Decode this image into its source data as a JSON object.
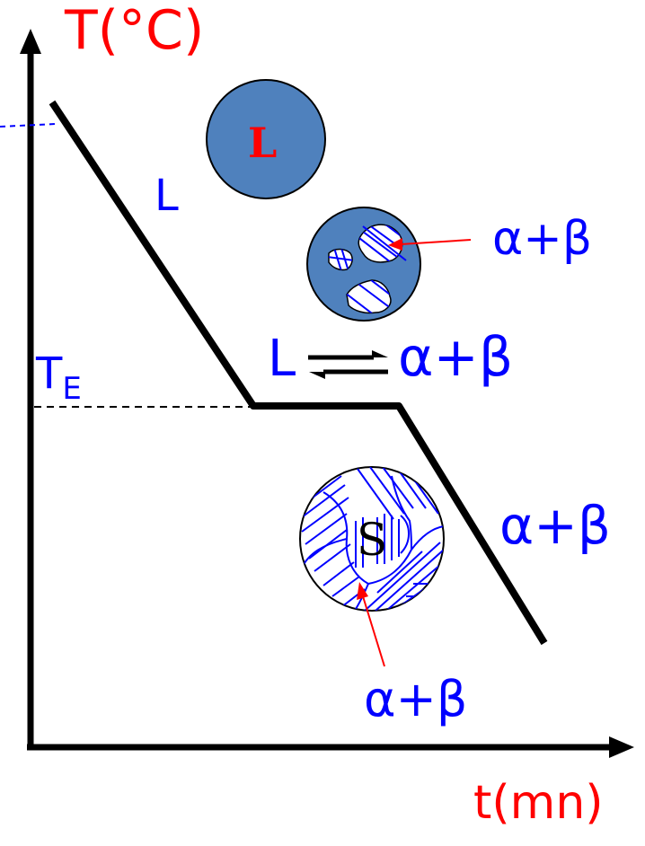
{
  "axes": {
    "y_label": "T(°C)",
    "x_label": "t(mn)",
    "te_label": "T",
    "te_sub": "E"
  },
  "labels": {
    "liquid_curve": "L",
    "equilibrium_left": "L",
    "equilibrium_right": "α+β",
    "phase_top": "α+β",
    "phase_right": "α+β",
    "phase_bottom": "α+β",
    "circle_liquid": "L",
    "circle_solid": "S"
  },
  "colors": {
    "axis_text": "#ff0000",
    "phase_text": "#0000ff",
    "liquid_fill": "#4f81bd",
    "hatch": "#0000ff",
    "arrow": "#ff0000",
    "curve": "#000000"
  }
}
